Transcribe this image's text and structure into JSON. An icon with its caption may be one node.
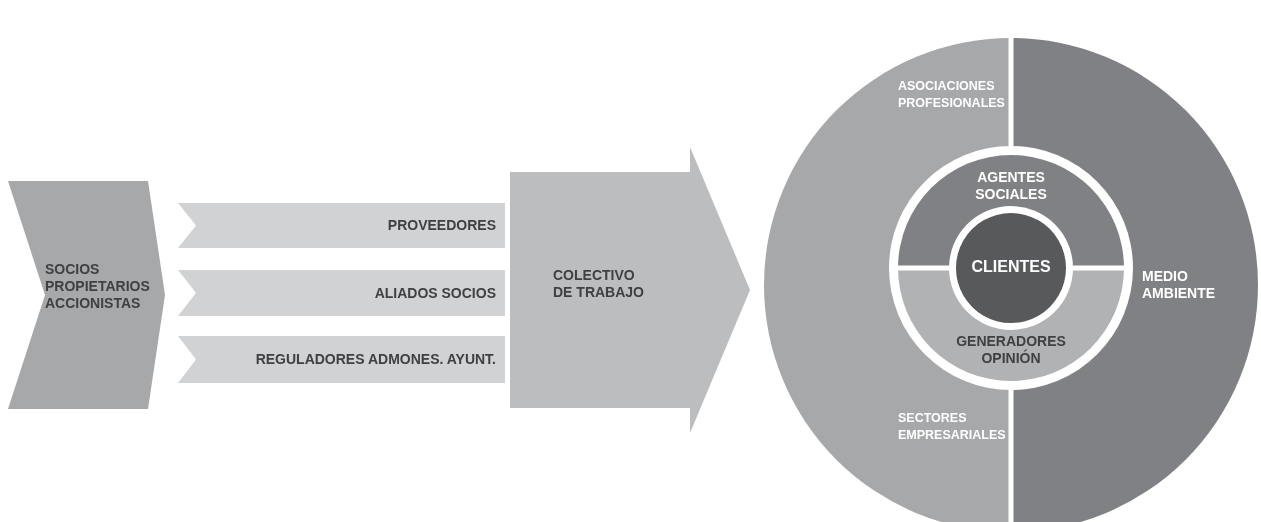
{
  "diagram": {
    "nodes": [
      {
        "text": [
          "SOCIOS PROPIETARIOS ACCIONISTAS"
        ]
      },
      {
        "text": [
          "PROVEEDORES"
        ]
      },
      {
        "text": [
          "ALIADOS SOCIOS"
        ]
      },
      {
        "text": [
          "REGULADORES ADMONES. AYUNT."
        ]
      },
      {
        "text": [
          "COLECTIVO DE TRABAJO"
        ]
      },
      {
        "text": [
          "ASOCIACIONES PROFESIONALES",
          "SECTORES EMPRESARIALES"
        ]
      },
      {
        "text": [
          "MEDIO AMBIENTE"
        ]
      },
      {
        "text": [
          "AGENTES SOCIALES"
        ]
      },
      {
        "text": [
          "GENERADORES OPINIÓN"
        ]
      },
      {
        "text": [
          "CLIENTES"
        ]
      }
    ],
    "edges": []
  }
}
